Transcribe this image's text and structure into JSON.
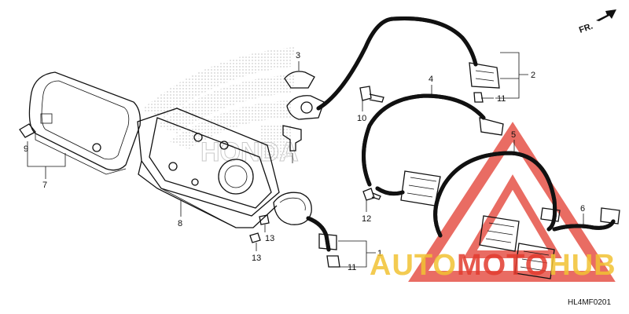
{
  "direction_label": "FR.",
  "diagram_code": "HL4MF0201",
  "watermark": {
    "part1": "AUTO",
    "part2": "MOTO",
    "part3": "HUB",
    "color_primary": "#f2c233",
    "color_accent": "#e23b2f"
  },
  "callouts": {
    "c1": "1",
    "c2": "2",
    "c3": "3",
    "c4": "4",
    "c5": "5",
    "c6": "6",
    "c7": "7",
    "c8": "8",
    "c9": "9",
    "c10": "10",
    "c11a": "11",
    "c11b": "11",
    "c12": "12",
    "c13a": "13",
    "c13b": "13"
  },
  "brand_shadow_text": "HONDA"
}
